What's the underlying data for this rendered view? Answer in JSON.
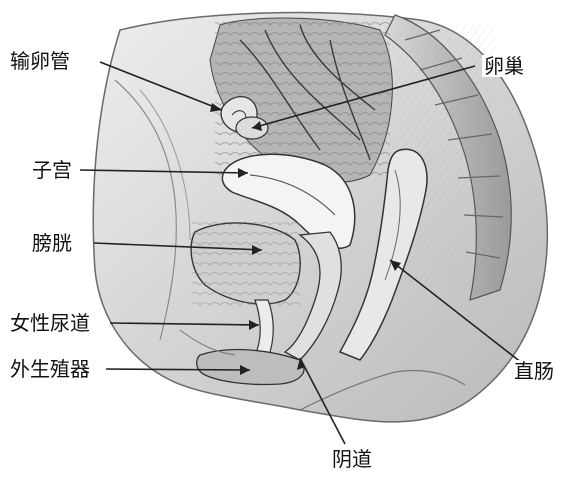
{
  "labels": {
    "fallopian_tube": "输卵管",
    "ovary": "卵巢",
    "uterus": "子宫",
    "bladder": "膀胱",
    "urethra": "女性尿道",
    "vulva": "外生殖器",
    "rectum": "直肠",
    "vagina": "阴道"
  },
  "colors": {
    "ink": "#111111",
    "line": "#222222",
    "tissue_light": "#f2f2f2",
    "tissue_mid": "#c8c8c8",
    "tissue_dark": "#8a8a8a",
    "shadow": "#5a5a5a"
  }
}
